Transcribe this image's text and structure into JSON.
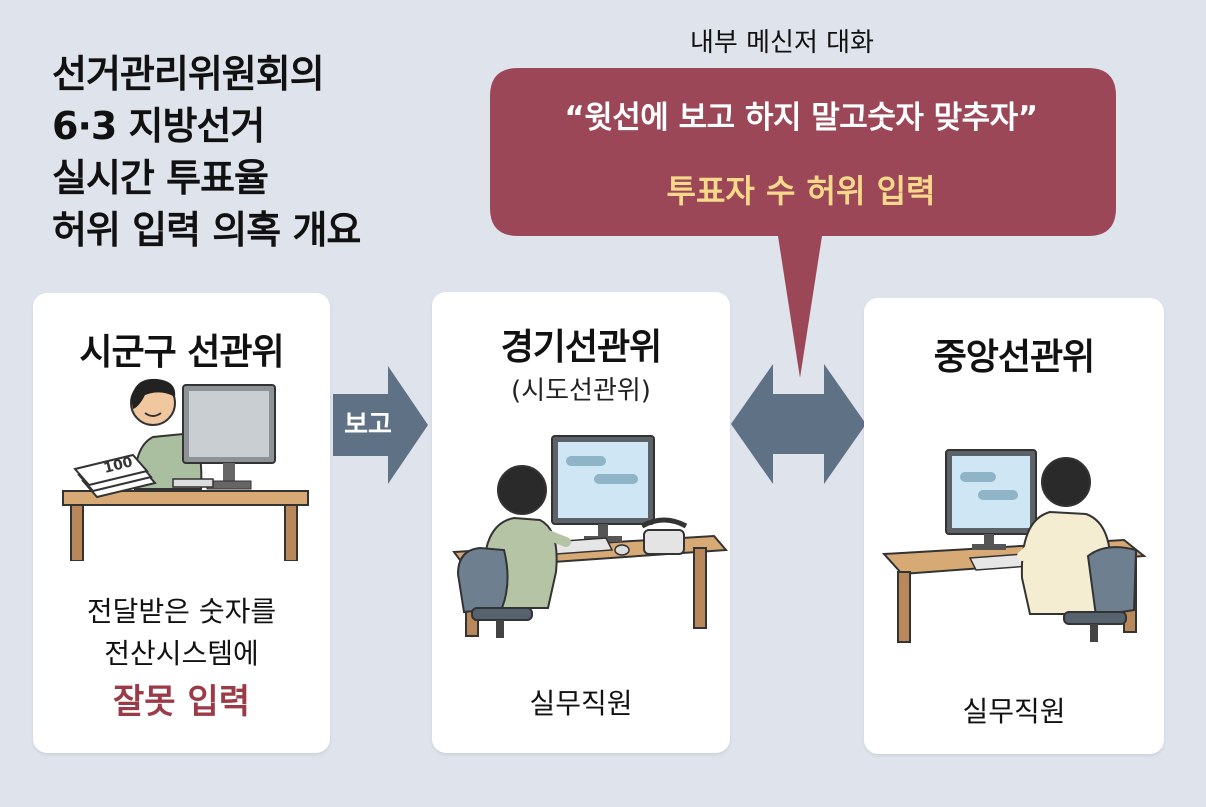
{
  "title": {
    "lines": [
      "선거관리위원회의",
      "6·3 지방선거",
      "실시간 투표율",
      "허위 입력 의혹 개요"
    ]
  },
  "messenger": {
    "caption": "내부 메신저 대화",
    "quote": "“윗선에 보고 하지 말고숫자 맞추자”",
    "subtitle": "투표자 수 허위 입력",
    "bubble_color": "#9b4757",
    "subtitle_color": "#f8d98b"
  },
  "cards": {
    "local": {
      "title": "시군구 선관위",
      "desc_line1": "전달받은 숫자를",
      "desc_line2": "전산시스템에",
      "highlight": "잘못 입력"
    },
    "province": {
      "title": "경기선관위",
      "subtitle": "(시도선관위)",
      "staff": "실무직원"
    },
    "central": {
      "title": "중앙선관위",
      "staff": "실무직원"
    }
  },
  "arrows": {
    "report_label": "보고",
    "color": "#5f7184"
  },
  "colors": {
    "background": "#dfe3ec",
    "highlight": "#9b3b47"
  }
}
